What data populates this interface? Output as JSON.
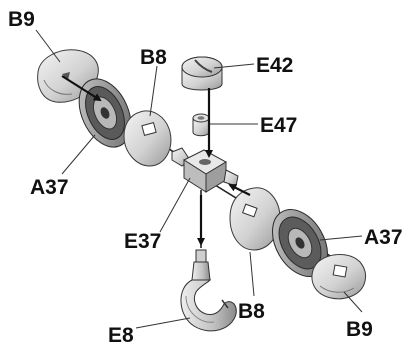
{
  "labels": {
    "b9_top": "B9",
    "b8_top": "B8",
    "e42": "E42",
    "e47": "E47",
    "a37_left": "A37",
    "e37": "E37",
    "a37_right": "A37",
    "b8_bottom": "B8",
    "b9_bottom": "B9",
    "e8": "E8"
  }
}
